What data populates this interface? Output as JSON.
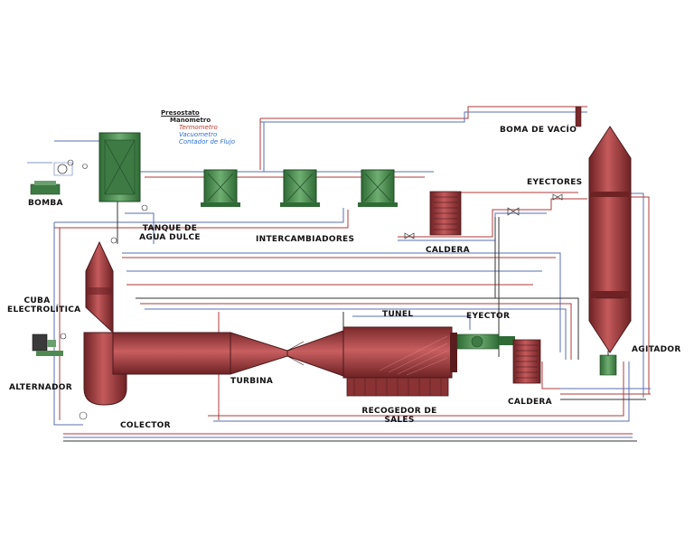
{
  "labels": {
    "bomba": "BOMBA",
    "tanque_line1": "TANQUE DE",
    "tanque_line2": "AGUA DULCE",
    "intercambiadores": "INTERCAMBIADORES",
    "caldera_top": "CALDERA",
    "boma_vacio": "BOMA DE VACÍO",
    "eyectores": "EYECTORES",
    "cuba_line1": "CUBA",
    "cuba_line2": "ELECTROLÍTICA",
    "alternador": "ALTERNADOR",
    "turbina": "TURBINA",
    "colector": "COLECTOR",
    "tunel": "TUNEL",
    "eyector": "EYECTOR",
    "recogedor_line1": "RECOGEDOR DE",
    "recogedor_line2": "SALES",
    "caldera_bottom": "CALDERA",
    "agitador": "AGITADOR"
  },
  "legend": {
    "presostato": "Presostato",
    "manometro": "Manometro",
    "termometro": "Termometro",
    "vacuometro": "Vacuometro",
    "contador": "Contador de Flujo"
  },
  "legend_colors": {
    "presostato": "#222222",
    "manometro": "#222222",
    "termometro": "#c0392b",
    "vacuometro": "#2e6fd8",
    "contador": "#2e6fd8"
  },
  "colors": {
    "vessel_red": "#b5474a",
    "vessel_dark": "#7a2a2c",
    "exchanger_green": "#4e8a52",
    "pipe_red": "#b23a3a",
    "pipe_blue": "#5a6fb0",
    "pipe_dark": "#333333"
  }
}
